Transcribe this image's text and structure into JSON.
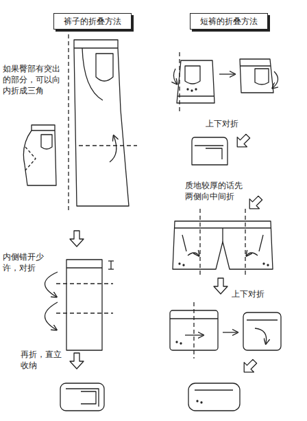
{
  "diagram": {
    "nodes": [
      {
        "text": [
          "裤子的折叠方法"
        ]
      },
      {
        "text": [
          "短裤的折叠方法"
        ]
      }
    ],
    "labels": [
      "如果臀部有突出 的部分，可以向 内折成三角",
      "内侧错开少 许，对折",
      "再折，直立 收纳",
      "上下对折",
      "质地较厚的话先 两侧向中间折",
      "上下对折"
    ]
  }
}
